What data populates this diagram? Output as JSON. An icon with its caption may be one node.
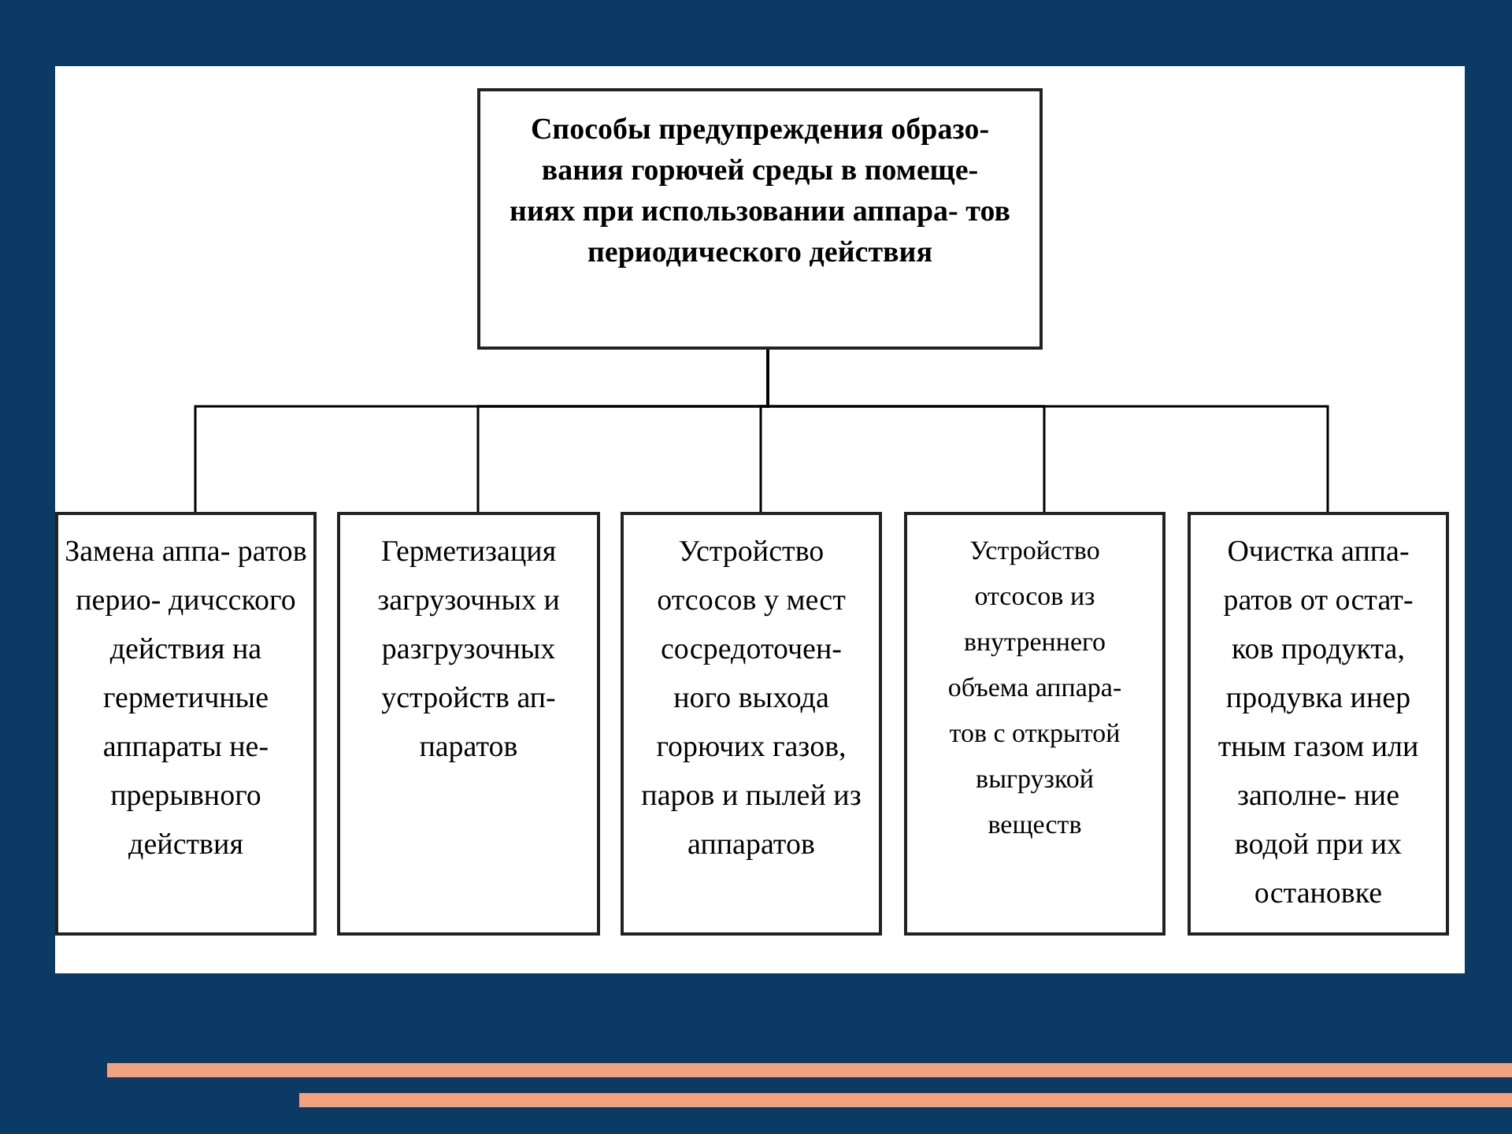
{
  "diagram": {
    "nodes": [
      {
        "text": [
          "Способы предупреждения образо- вания горючей среды в помеще- ниях при использовании аппара- тов периодического действия"
        ]
      },
      {
        "text": [
          "Замена аппа- ратов перио- дичсского действия на герметичные аппараты не- прерывного действия"
        ]
      },
      {
        "text": [
          "Герметизация загрузочных и разгрузочных устройств ап- паратов"
        ]
      },
      {
        "text": [
          "Устройство отсосов у мест сосредоточен- ного выхода горючих газов, паров и пылей из аппаратов"
        ]
      },
      {
        "text": [
          "Устройство отсосов из внутреннего объема аппара- тов с открытой выгрузкой веществ"
        ]
      },
      {
        "text": [
          "Очистка аппа- ратов от остат- ков продукта, продувка инер тным газом или заполне- ние водой при их остановке"
        ]
      }
    ],
    "edges": [
      {
        "from": 0,
        "to": 1,
        "arrow": "none"
      },
      {
        "from": 0,
        "to": 2,
        "arrow": "none"
      },
      {
        "from": 0,
        "to": 3,
        "arrow": "none"
      },
      {
        "from": 0,
        "to": 4,
        "arrow": "none"
      },
      {
        "from": 0,
        "to": 5,
        "arrow": "none"
      }
    ]
  }
}
